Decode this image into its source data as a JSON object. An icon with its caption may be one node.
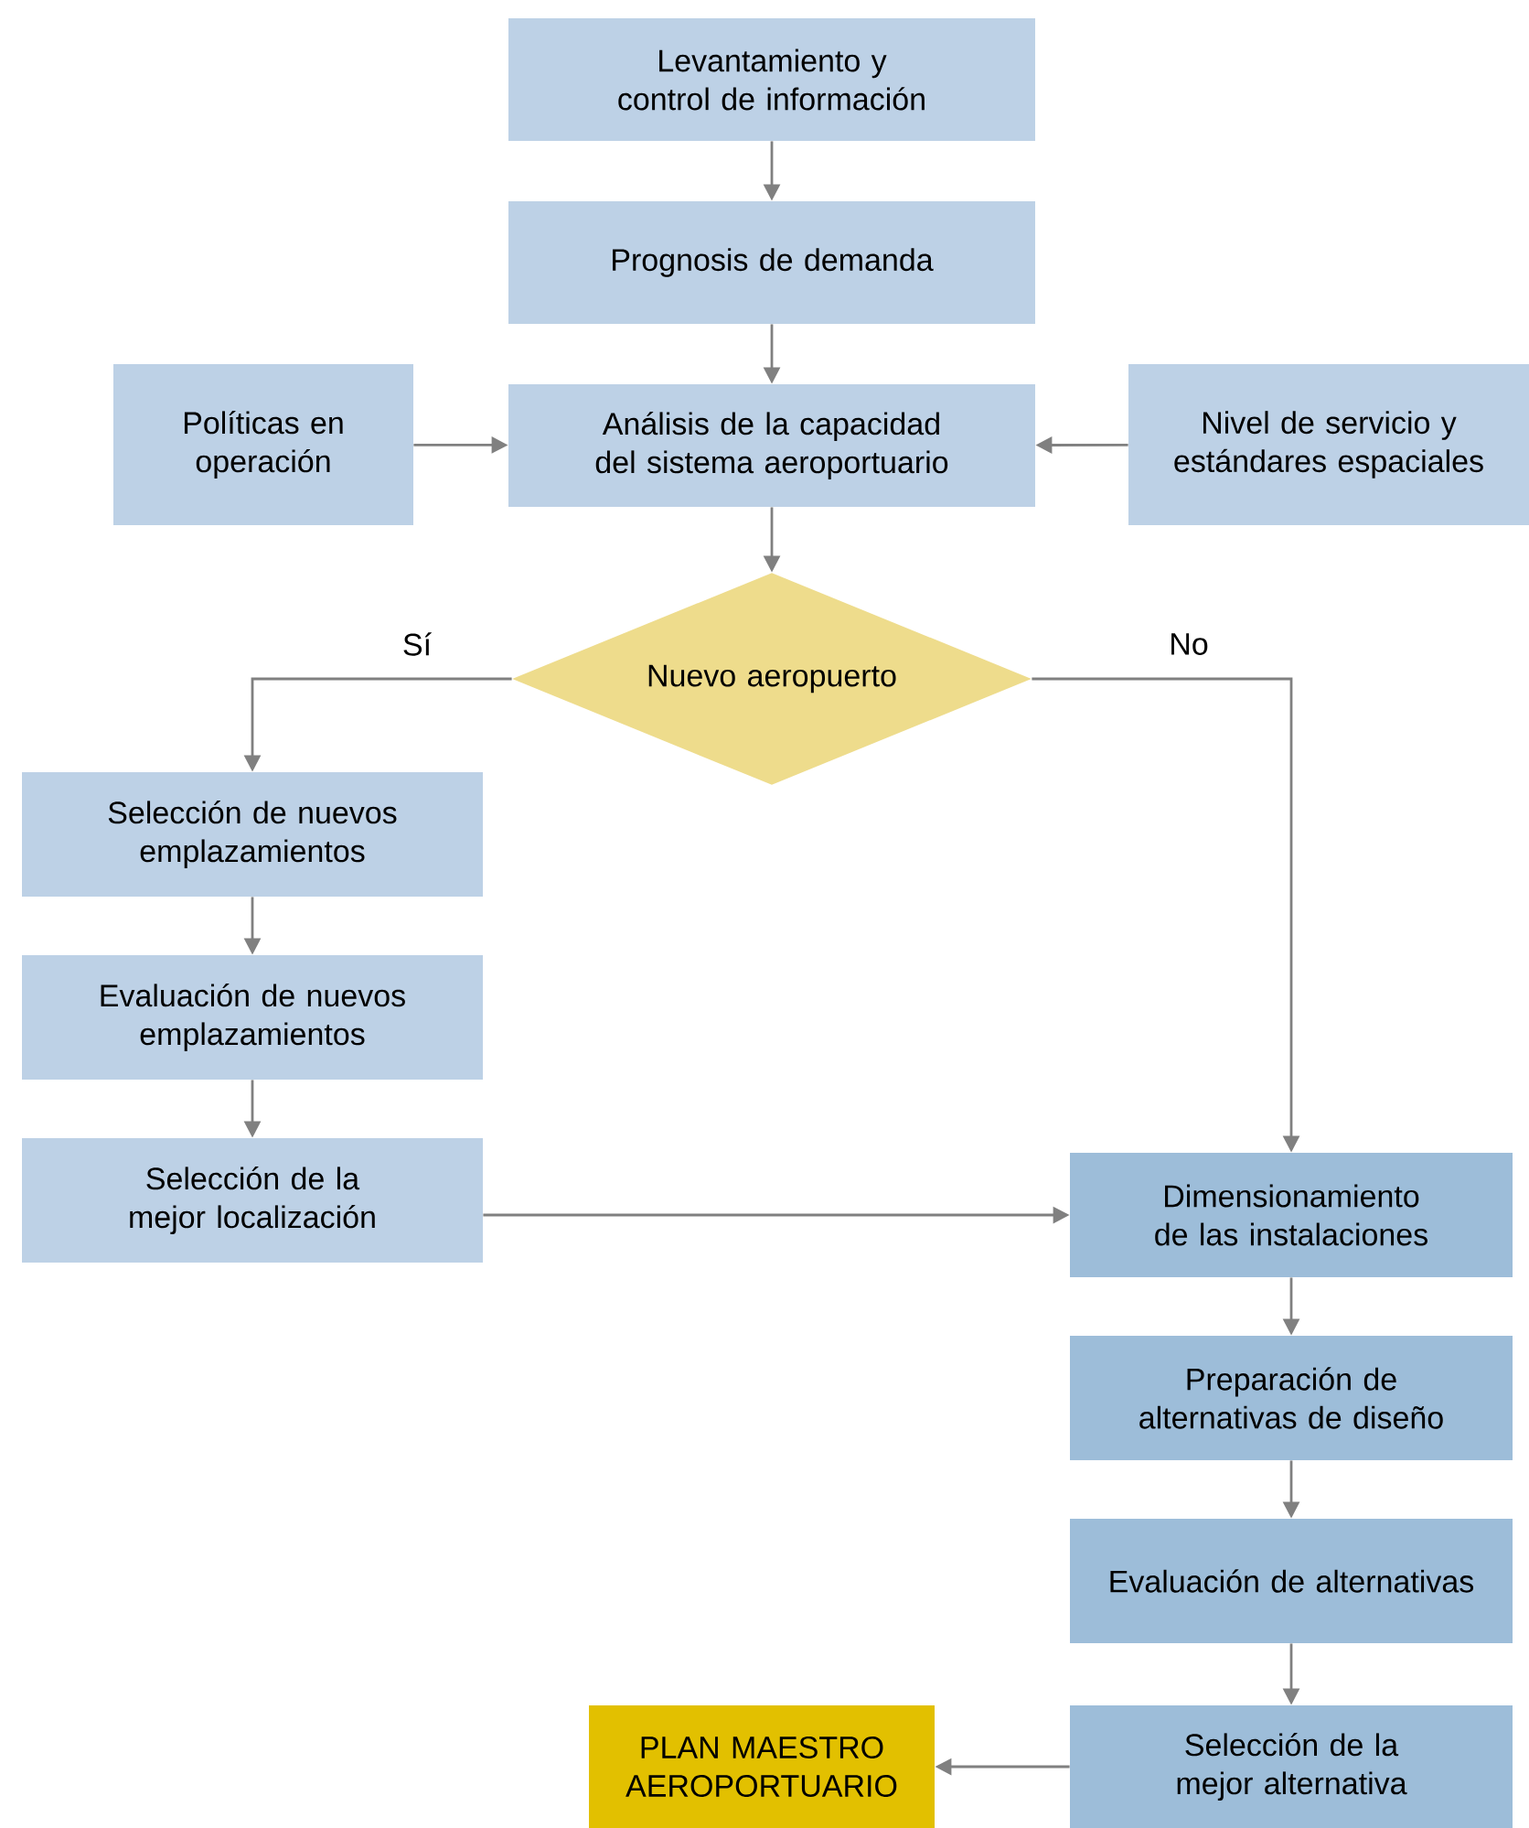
{
  "diagram": {
    "nodes": [
      {
        "text": [
          "Levantamiento y control de información"
        ]
      },
      {
        "text": [
          "Prognosis de demanda"
        ]
      },
      {
        "text": [
          "Políticas en operación"
        ]
      },
      {
        "text": [
          "Análisis de la capacidad del sistema aeroportuario"
        ]
      },
      {
        "text": [
          "Nivel de servicio y estándares espaciales"
        ]
      },
      {
        "text": [
          "Nuevo aeropuerto"
        ]
      },
      {
        "text": [
          "Selección de nuevos emplazamientos"
        ]
      },
      {
        "text": [
          "Evaluación de nuevos emplazamientos"
        ]
      },
      {
        "text": [
          "Selección de la mejor localización"
        ]
      },
      {
        "text": [
          "Dimensionamiento de las instalaciones"
        ]
      },
      {
        "text": [
          "Preparación de alternativas de diseño"
        ]
      },
      {
        "text": [
          "Evaluación de alternativas"
        ]
      },
      {
        "text": [
          "Selección de la mejor alternativa"
        ]
      },
      {
        "text": [
          "PLAN MAESTRO AEROPORTUARIO"
        ]
      }
    ],
    "edges": [
      {
        "from": 0,
        "to": 1,
        "arrow": "to"
      },
      {
        "from": 1,
        "to": 3,
        "arrow": "to"
      },
      {
        "from": 2,
        "to": 3,
        "arrow": "to"
      },
      {
        "from": 4,
        "to": 3,
        "arrow": "to"
      },
      {
        "from": 3,
        "to": 5,
        "arrow": "to"
      },
      {
        "from": 5,
        "to": 6,
        "arrow": "to",
        "label": "Sí"
      },
      {
        "from": 5,
        "to": 9,
        "arrow": "to",
        "label": "No"
      },
      {
        "from": 6,
        "to": 7,
        "arrow": "to"
      },
      {
        "from": 7,
        "to": 8,
        "arrow": "to"
      },
      {
        "from": 8,
        "to": 9,
        "arrow": "to"
      },
      {
        "from": 9,
        "to": 10,
        "arrow": "to"
      },
      {
        "from": 10,
        "to": 11,
        "arrow": "to"
      },
      {
        "from": 11,
        "to": 12,
        "arrow": "to"
      },
      {
        "from": 12,
        "to": 13,
        "arrow": "to"
      }
    ]
  }
}
